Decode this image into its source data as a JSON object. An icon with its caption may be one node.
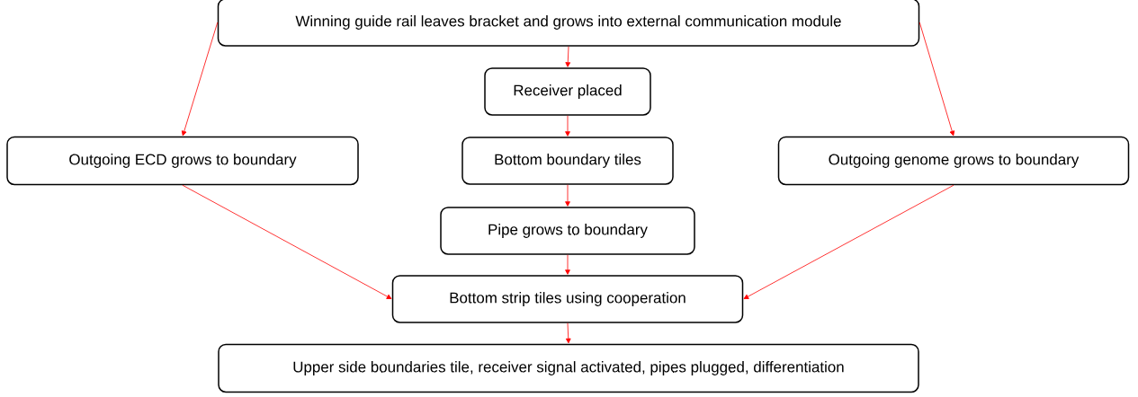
{
  "diagram": {
    "nodes": [
      {
        "text": [
          "Winning guide rail leaves bracket and grows into external communication module"
        ]
      },
      {
        "text": [
          "Receiver placed"
        ]
      },
      {
        "text": [
          "Outgoing ECD grows to boundary"
        ]
      },
      {
        "text": [
          "Bottom boundary tiles"
        ]
      },
      {
        "text": [
          "Outgoing genome grows to boundary"
        ]
      },
      {
        "text": [
          "Pipe grows to boundary"
        ]
      },
      {
        "text": [
          "Bottom strip tiles using cooperation"
        ]
      },
      {
        "text": [
          "Upper side boundaries tile, receiver signal activated, pipes plugged, differentiation"
        ]
      }
    ],
    "edges": [
      {
        "from": 0,
        "to": 1,
        "arrow": "to",
        "color": "#ff0000"
      },
      {
        "from": 0,
        "to": 2,
        "arrow": "to",
        "color": "#ff0000"
      },
      {
        "from": 0,
        "to": 4,
        "arrow": "to",
        "color": "#ff0000"
      },
      {
        "from": 1,
        "to": 3,
        "arrow": "to",
        "color": "#ff0000"
      },
      {
        "from": 3,
        "to": 5,
        "arrow": "to",
        "color": "#ff0000"
      },
      {
        "from": 5,
        "to": 6,
        "arrow": "to",
        "color": "#ff0000"
      },
      {
        "from": 2,
        "to": 6,
        "arrow": "to",
        "color": "#ff0000"
      },
      {
        "from": 4,
        "to": 6,
        "arrow": "to",
        "color": "#ff0000"
      },
      {
        "from": 6,
        "to": 7,
        "arrow": "to",
        "color": "#ff0000"
      }
    ]
  }
}
